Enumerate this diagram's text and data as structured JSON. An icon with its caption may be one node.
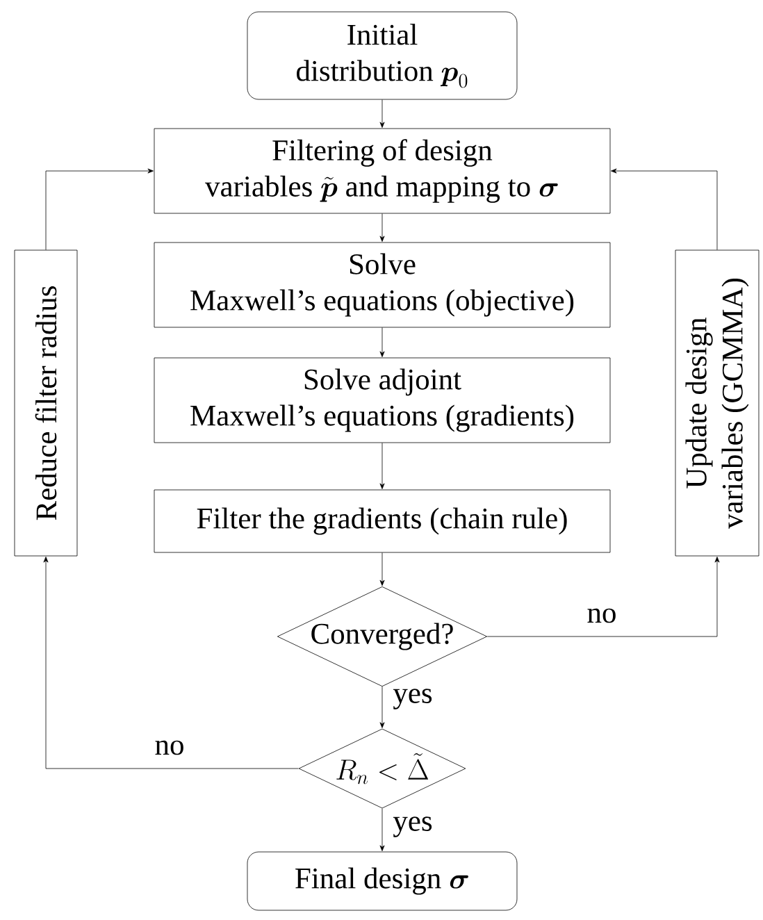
{
  "diagram": {
    "nodes": [
      {
        "text": [
          "Initial distribution",
          "\\boldsymbol{p}_0"
        ]
      },
      {
        "text": [
          "Filtering of design variables",
          "\\tilde{\\boldsymbol{p}}",
          "and mapping to",
          "\\boldsymbol{\\sigma}"
        ]
      },
      {
        "text": [
          "Solve Maxwell’s equations (objective)"
        ]
      },
      {
        "text": [
          "Solve adjoint Maxwell’s equations (gradients)"
        ]
      },
      {
        "text": [
          "Filter the gradients (chain rule)"
        ]
      },
      {
        "text": [
          "Converged?"
        ]
      },
      {
        "text": [
          "R_n < \\tilde{\\Delta}"
        ]
      },
      {
        "text": [
          "Final design",
          "\\boldsymbol{\\sigma}"
        ]
      },
      {
        "text": [
          "Reduce filter radius"
        ]
      },
      {
        "text": [
          "Update design variables (GCMMA)"
        ]
      }
    ],
    "edges": [
      {
        "from": 0,
        "to": 1,
        "arrow": "to"
      },
      {
        "from": 1,
        "to": 2,
        "arrow": "to"
      },
      {
        "from": 2,
        "to": 3,
        "arrow": "to"
      },
      {
        "from": 3,
        "to": 4,
        "arrow": "to"
      },
      {
        "from": 4,
        "to": 5,
        "arrow": "to"
      },
      {
        "from": 5,
        "to": 6,
        "arrow": "to",
        "label": "yes"
      },
      {
        "from": 6,
        "to": 7,
        "arrow": "to",
        "label": "yes"
      },
      {
        "from": 5,
        "to": 9,
        "arrow": "to",
        "label": "no"
      },
      {
        "from": 6,
        "to": 8,
        "arrow": "to",
        "label": "no"
      },
      {
        "from": 8,
        "to": 1,
        "arrow": "to"
      },
      {
        "from": 9,
        "to": 1,
        "arrow": "to"
      }
    ]
  }
}
